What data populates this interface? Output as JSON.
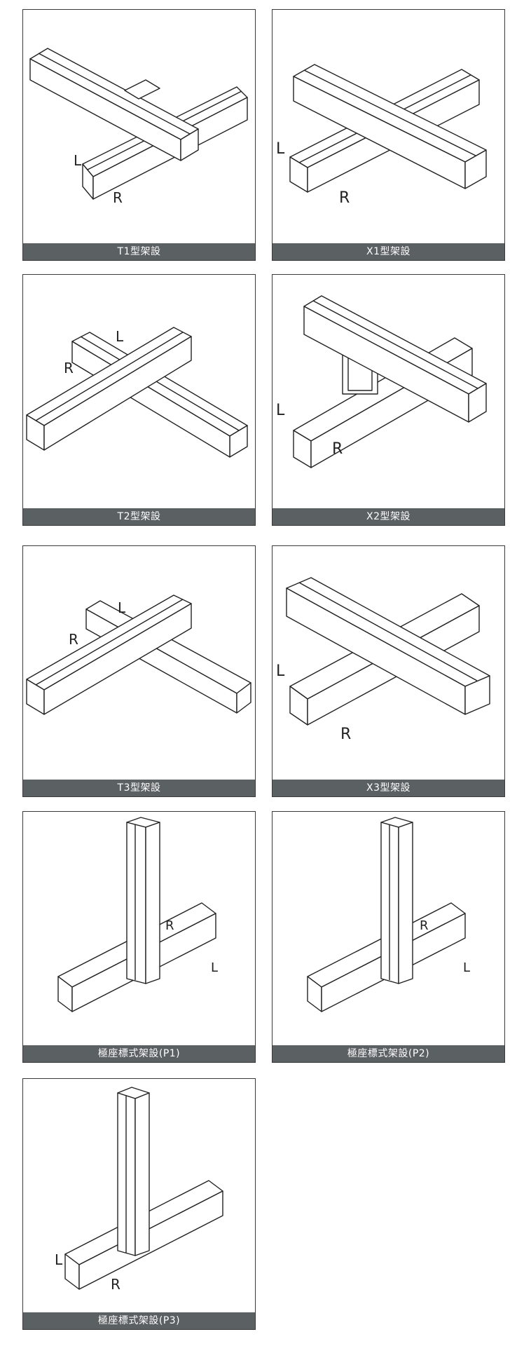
{
  "cards": [
    {
      "caption": "T1型架設"
    },
    {
      "caption": "X1型架設"
    },
    {
      "caption": "T2型架設"
    },
    {
      "caption": "X2型架設"
    },
    {
      "caption": "T3型架設"
    },
    {
      "caption": "X3型架設"
    },
    {
      "caption": "極座標式架設(P1)"
    },
    {
      "caption": "極座標式架設(P2)"
    },
    {
      "caption": "極座標式架設(P3)"
    }
  ],
  "axis_labels": {
    "left": "L",
    "right": "R"
  }
}
